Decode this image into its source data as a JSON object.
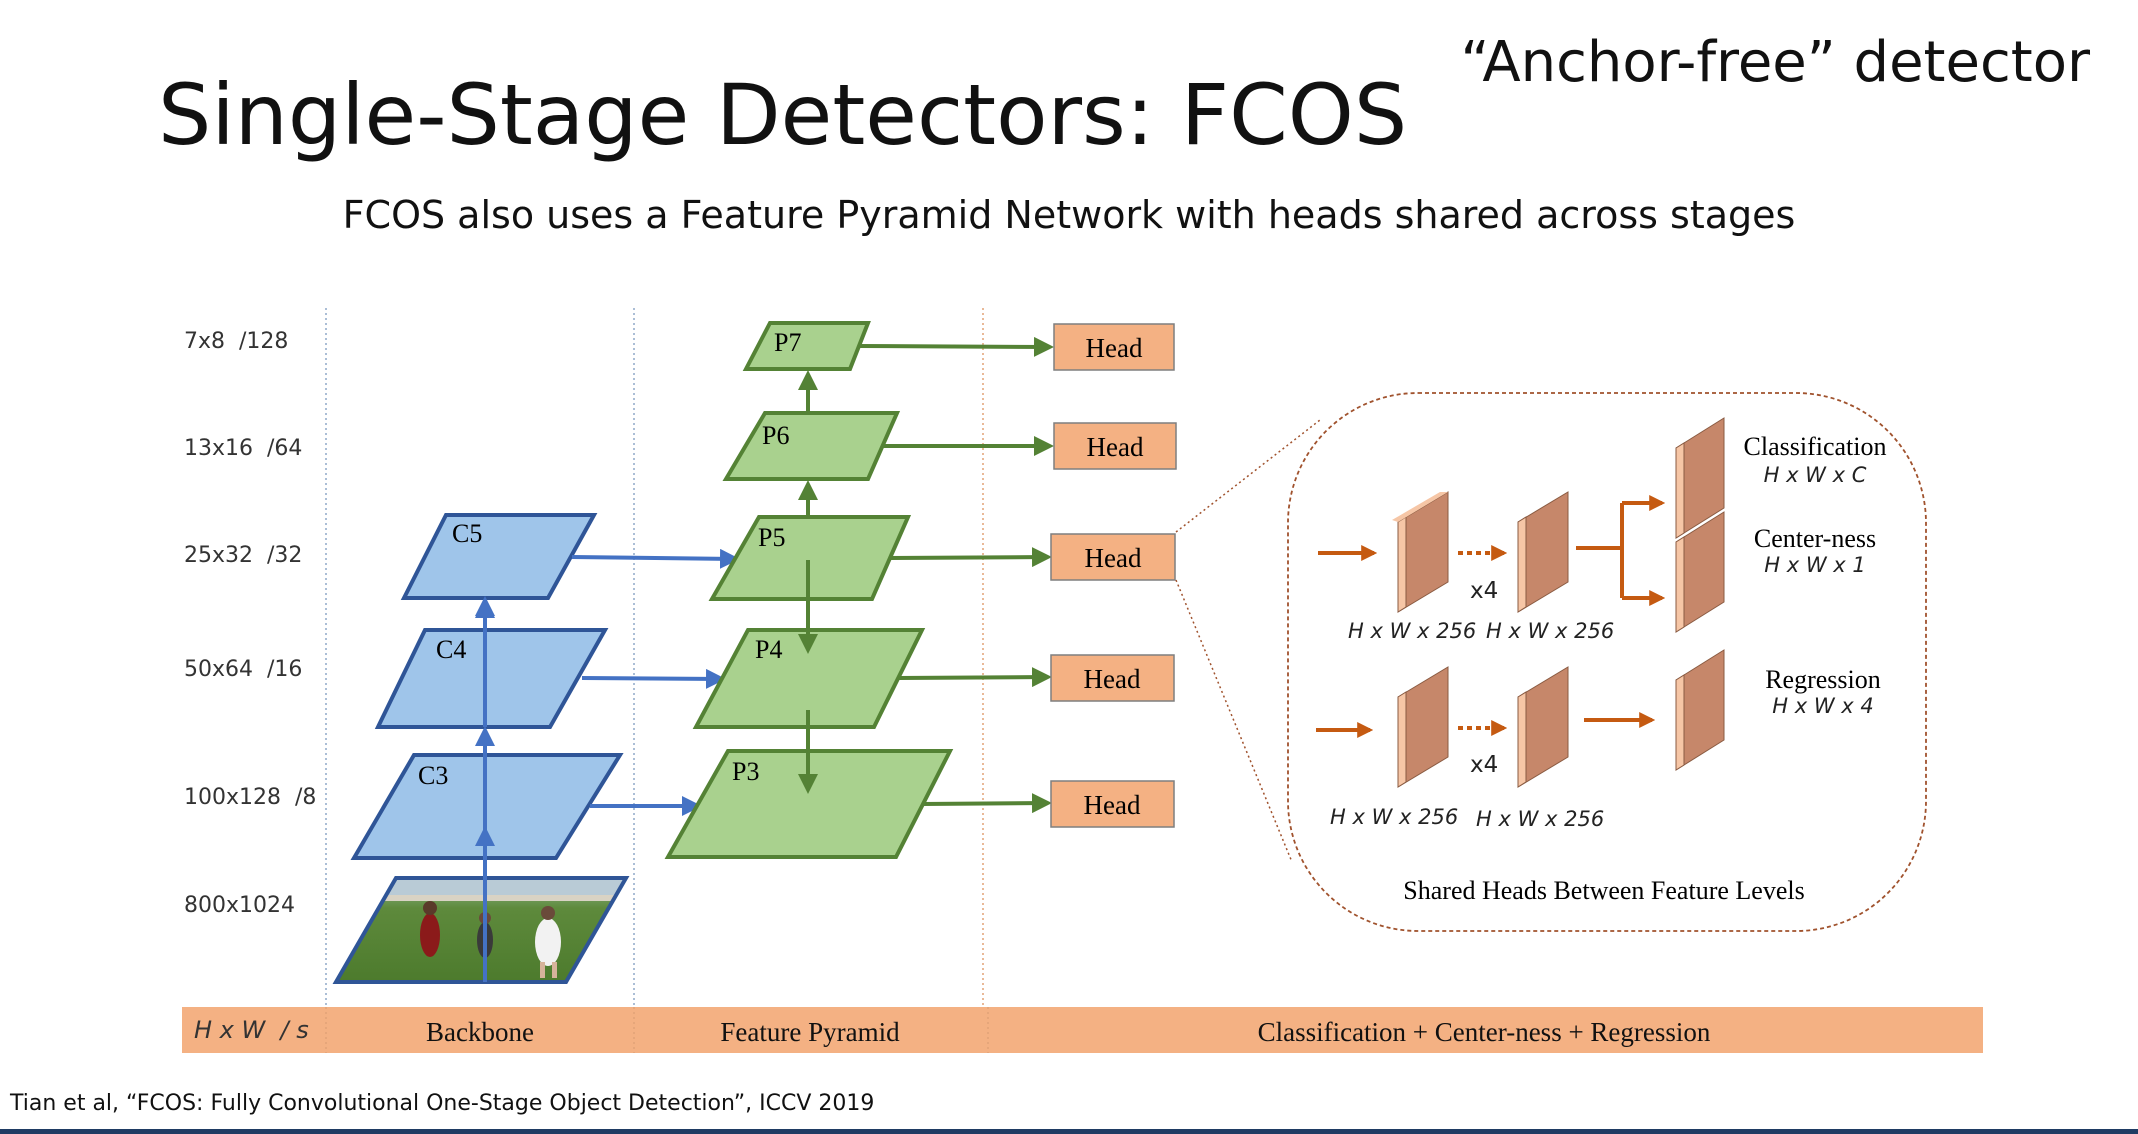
{
  "slide": {
    "title": "Single-Stage Detectors: FCOS",
    "tag": "“Anchor-free” detector",
    "subtitle": "FCOS also uses a Feature Pyramid Network with heads shared across stages",
    "citation": "Tian et al, “FCOS: Fully Convolutional One-Stage Object Detection”, ICCV 2019"
  },
  "colors": {
    "backbone_fill": "#9fc5ea",
    "backbone_stroke": "#2f5597",
    "backbone_arrow": "#4472c4",
    "pyramid_fill": "#a9d18e",
    "pyramid_stroke": "#548235",
    "head_fill": "#f4b183",
    "head_stroke": "#7f7f7f",
    "head_arrow": "#c55a11",
    "band": "#f4b183",
    "divider_blue": "#8fa9c9",
    "divider_orange": "#e2a277"
  },
  "scale_labels": {
    "row_labels": [
      "7x8  /128",
      "13x16  /64",
      "25x32  /32",
      "50x64  /16",
      "100x128  /8",
      "800x1024"
    ],
    "header": "H x W  / s"
  },
  "backbone": {
    "levels": [
      "C5",
      "C4",
      "C3"
    ],
    "image_icon": "soccer-photo"
  },
  "pyramid": {
    "levels": [
      "P7",
      "P6",
      "P5",
      "P4",
      "P3"
    ]
  },
  "heads": {
    "label": "Head"
  },
  "head_detail": {
    "branch_top": {
      "in_dims": "H x W x 256",
      "out_dims": "H x W x 256",
      "repeat": "x4"
    },
    "branch_bottom": {
      "in_dims": "H x W x 256",
      "out_dims": "H x W x 256",
      "repeat": "x4"
    },
    "outputs": [
      {
        "name": "Classification",
        "dims": "H x W x C"
      },
      {
        "name": "Center-ness",
        "dims": "H x W x 1"
      },
      {
        "name": "Regression",
        "dims": "H x W x 4"
      }
    ],
    "caption": "Shared Heads Between Feature Levels"
  },
  "band": {
    "header": "H x W  / s",
    "sections": [
      "Backbone",
      "Feature Pyramid",
      "Classification + Center-ness + Regression"
    ]
  }
}
